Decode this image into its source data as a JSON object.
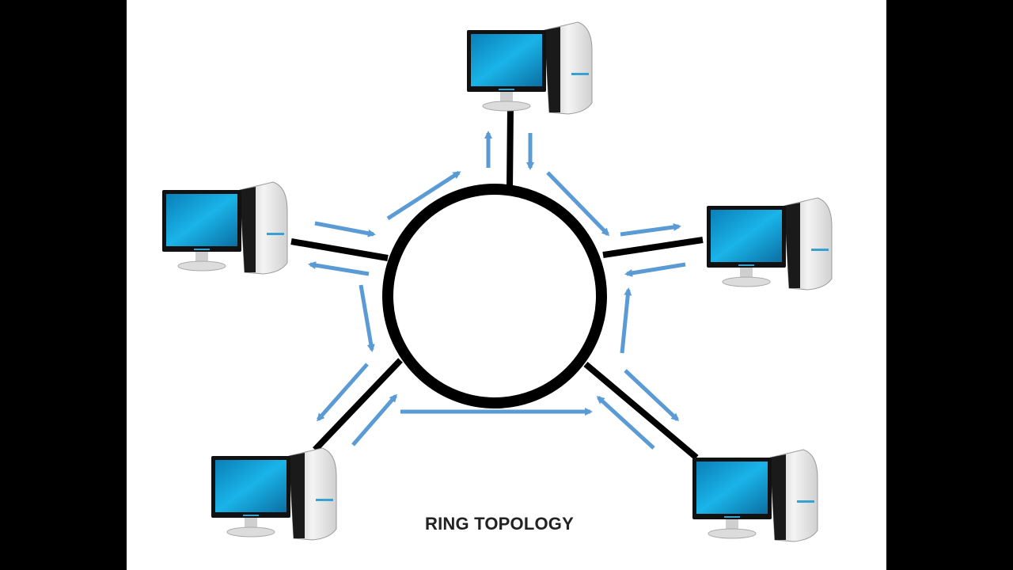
{
  "title": "RING TOPOLOGY",
  "colors": {
    "background": "#000000",
    "canvas": "#ffffff",
    "ring": "#000000",
    "arrow": "#5b9bd5",
    "screen": "#1aa3d9",
    "tower": "#e8e8e8"
  },
  "nodes": [
    {
      "id": "top",
      "icon": "desktop-computer-icon"
    },
    {
      "id": "right",
      "icon": "desktop-computer-icon"
    },
    {
      "id": "bottom-right",
      "icon": "desktop-computer-icon"
    },
    {
      "id": "bottom-left",
      "icon": "desktop-computer-icon"
    },
    {
      "id": "left",
      "icon": "desktop-computer-icon"
    }
  ]
}
